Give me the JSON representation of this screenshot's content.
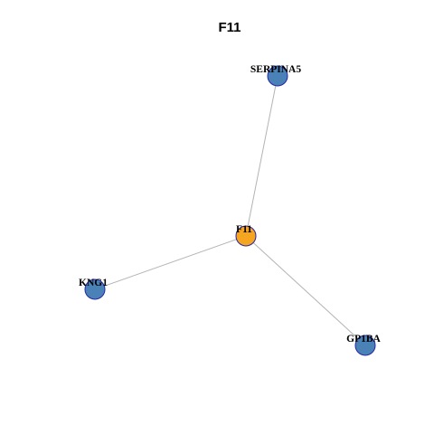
{
  "title": "F11",
  "colors": {
    "hub": "#f6a520",
    "neighbor": "#4a82b8",
    "node_border": "#2426a8",
    "edge": "#b3b3b3"
  },
  "nodes": [
    {
      "id": "F11",
      "label": "F11",
      "role": "hub"
    },
    {
      "id": "SERPINA5",
      "label": "SERPINA5",
      "role": "neighbor"
    },
    {
      "id": "KNG1",
      "label": "KNG1",
      "role": "neighbor"
    },
    {
      "id": "GP1BA",
      "label": "GP1BA",
      "role": "neighbor"
    }
  ],
  "edges": [
    {
      "source": "F11",
      "target": "SERPINA5"
    },
    {
      "source": "F11",
      "target": "KNG1"
    },
    {
      "source": "F11",
      "target": "GP1BA"
    }
  ]
}
